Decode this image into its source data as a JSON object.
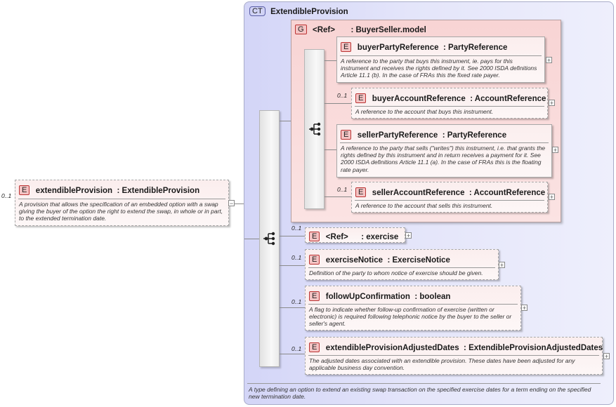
{
  "root": {
    "occurs": "0..1",
    "kind": "E",
    "name": "extendibleProvision",
    "type": ": ExtendibleProvision",
    "description": "A provision that allows the specification of an embedded option with a swap giving the buyer of the option the right to extend the swap, in whole or in part, to the extended termination date.",
    "toggle": "−"
  },
  "complexType": {
    "kind": "CT",
    "name": "ExtendibleProvision",
    "description": "A type defining an option to extend an existing swap transaction on the specified exercise dates for a term ending on the specified new termination date."
  },
  "group": {
    "kind": "G",
    "name": "<Ref>",
    "type": ": BuyerSeller.model"
  },
  "groupElements": [
    {
      "occurs": "",
      "kind": "E",
      "name": "buyerPartyReference",
      "type": ": PartyReference",
      "description": "A reference to the party that buys this instrument, ie. pays for this instrument and receives the rights defined by it. See 2000 ISDA definitions Article 11.1 (b). In the case of FRAs this the fixed rate payer.",
      "toggle": "+"
    },
    {
      "occurs": "0..1",
      "kind": "E",
      "name": "buyerAccountReference",
      "type": ": AccountReference",
      "description": "A reference to the account that buys this instrument.",
      "toggle": "+"
    },
    {
      "occurs": "",
      "kind": "E",
      "name": "sellerPartyReference",
      "type": ": PartyReference",
      "description": "A reference to the party that sells (\"writes\") this instrument, i.e. that grants the rights defined by this instrument and in return receives a payment for it. See 2000 ISDA definitions Article 11.1 (a). In the case of FRAs this is the floating rate payer.",
      "toggle": "+"
    },
    {
      "occurs": "0..1",
      "kind": "E",
      "name": "sellerAccountReference",
      "type": ": AccountReference",
      "description": "A reference to the account that sells this instrument.",
      "toggle": "+"
    }
  ],
  "elements": [
    {
      "occurs": "0..1",
      "kind": "E",
      "name": "<Ref>",
      "type": ": exercise",
      "description": "",
      "toggle": "+"
    },
    {
      "occurs": "0..1",
      "kind": "E",
      "name": "exerciseNotice",
      "type": ": ExerciseNotice",
      "description": "Definition of the party to whom notice of exercise should be given.",
      "toggle": "+"
    },
    {
      "occurs": "0..1",
      "kind": "E",
      "name": "followUpConfirmation",
      "type": ": boolean",
      "description": "A flag to indicate whether follow-up confirmation of exercise (written or electronic) is required following telephonic notice by the buyer to the seller or seller's agent.",
      "toggle": "+"
    },
    {
      "occurs": "0..1",
      "kind": "E",
      "name": "extendibleProvisionAdjustedDates",
      "type": ": ExtendibleProvisionAdjustedDates",
      "description": "The adjusted dates associated with an extendible provision. These dates have been adjusted for any applicable business day convention.",
      "toggle": "+"
    }
  ],
  "icons": {
    "sequence": "sequence-icon"
  },
  "colors": {
    "element_badge": "#f4c4c4",
    "complex_type_bg": "#d3d5f7",
    "group_bg": "#f8d4d4"
  }
}
